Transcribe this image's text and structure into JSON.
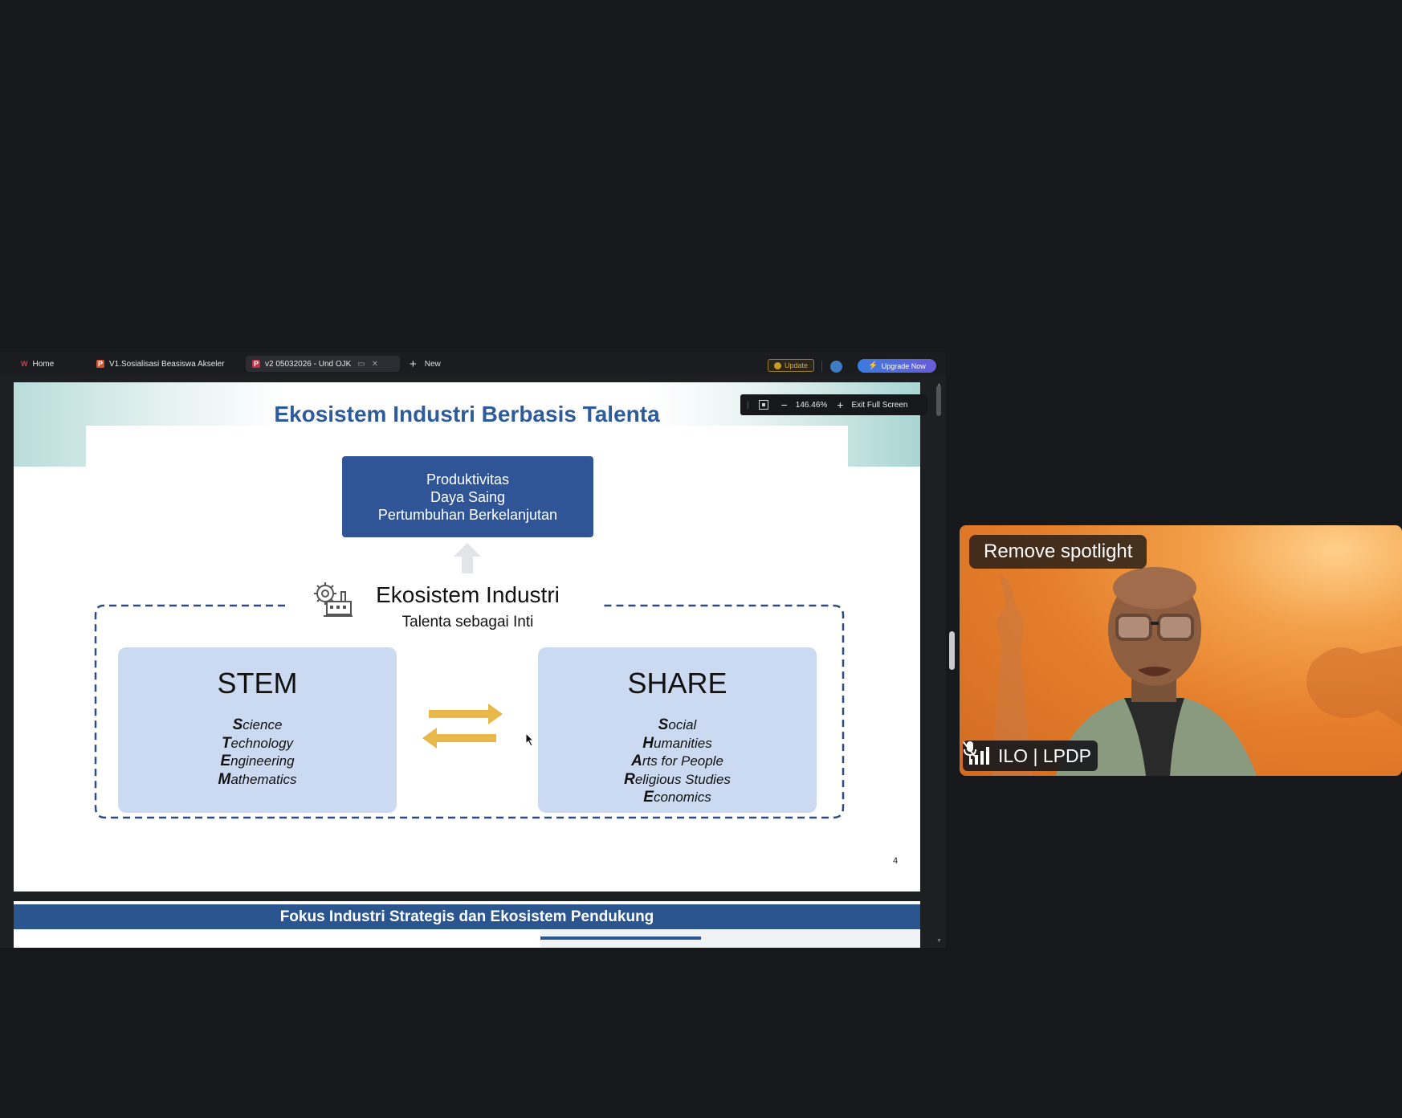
{
  "tabs": {
    "home": "Home",
    "v1": "V1.Sosialisasi Beasiswa Akseler",
    "v2": "v2 05032026 - Und OJK",
    "new": "New"
  },
  "toolbar": {
    "update": "Update",
    "upgrade": "Upgrade Now"
  },
  "zoom": {
    "minus": "−",
    "value": "146.46%",
    "plus": "+",
    "exit": "Exit Full Screen"
  },
  "slide": {
    "title": "Ekosistem Industri Berbasis Talenta",
    "outcomes": [
      "Produktivitas",
      "Daya Saing",
      "Pertumbuhan Berkelanjutan"
    ],
    "eco_title": "Ekosistem Industri",
    "eco_subtitle": "Talenta sebagai Inti",
    "stem": {
      "title": "STEM",
      "items": [
        {
          "initial": "S",
          "rest": "cience"
        },
        {
          "initial": "T",
          "rest": "echnology"
        },
        {
          "initial": "E",
          "rest": "ngineering"
        },
        {
          "initial": "M",
          "rest": "athematics"
        }
      ]
    },
    "share": {
      "title": "SHARE",
      "items": [
        {
          "initial": "S",
          "rest": "ocial"
        },
        {
          "initial": "H",
          "rest": "umanities"
        },
        {
          "initial": "A",
          "rest": "rts for People"
        },
        {
          "initial": "R",
          "rest": "eligious Studies"
        },
        {
          "initial": "E",
          "rest": "conomics"
        }
      ]
    },
    "page_number": "4"
  },
  "next_slide": {
    "title": "Fokus Industri Strategis dan Ekosistem Pendukung"
  },
  "video": {
    "spotlight_button": "Remove spotlight",
    "participant_name": "ILO | LPDP"
  },
  "colors": {
    "slide_title": "#2e5b9a",
    "outcome_box": "#2f5597",
    "panel": "#cbdaf1",
    "arrows": "#e8b84a",
    "upgrade": "#3b7be0"
  }
}
